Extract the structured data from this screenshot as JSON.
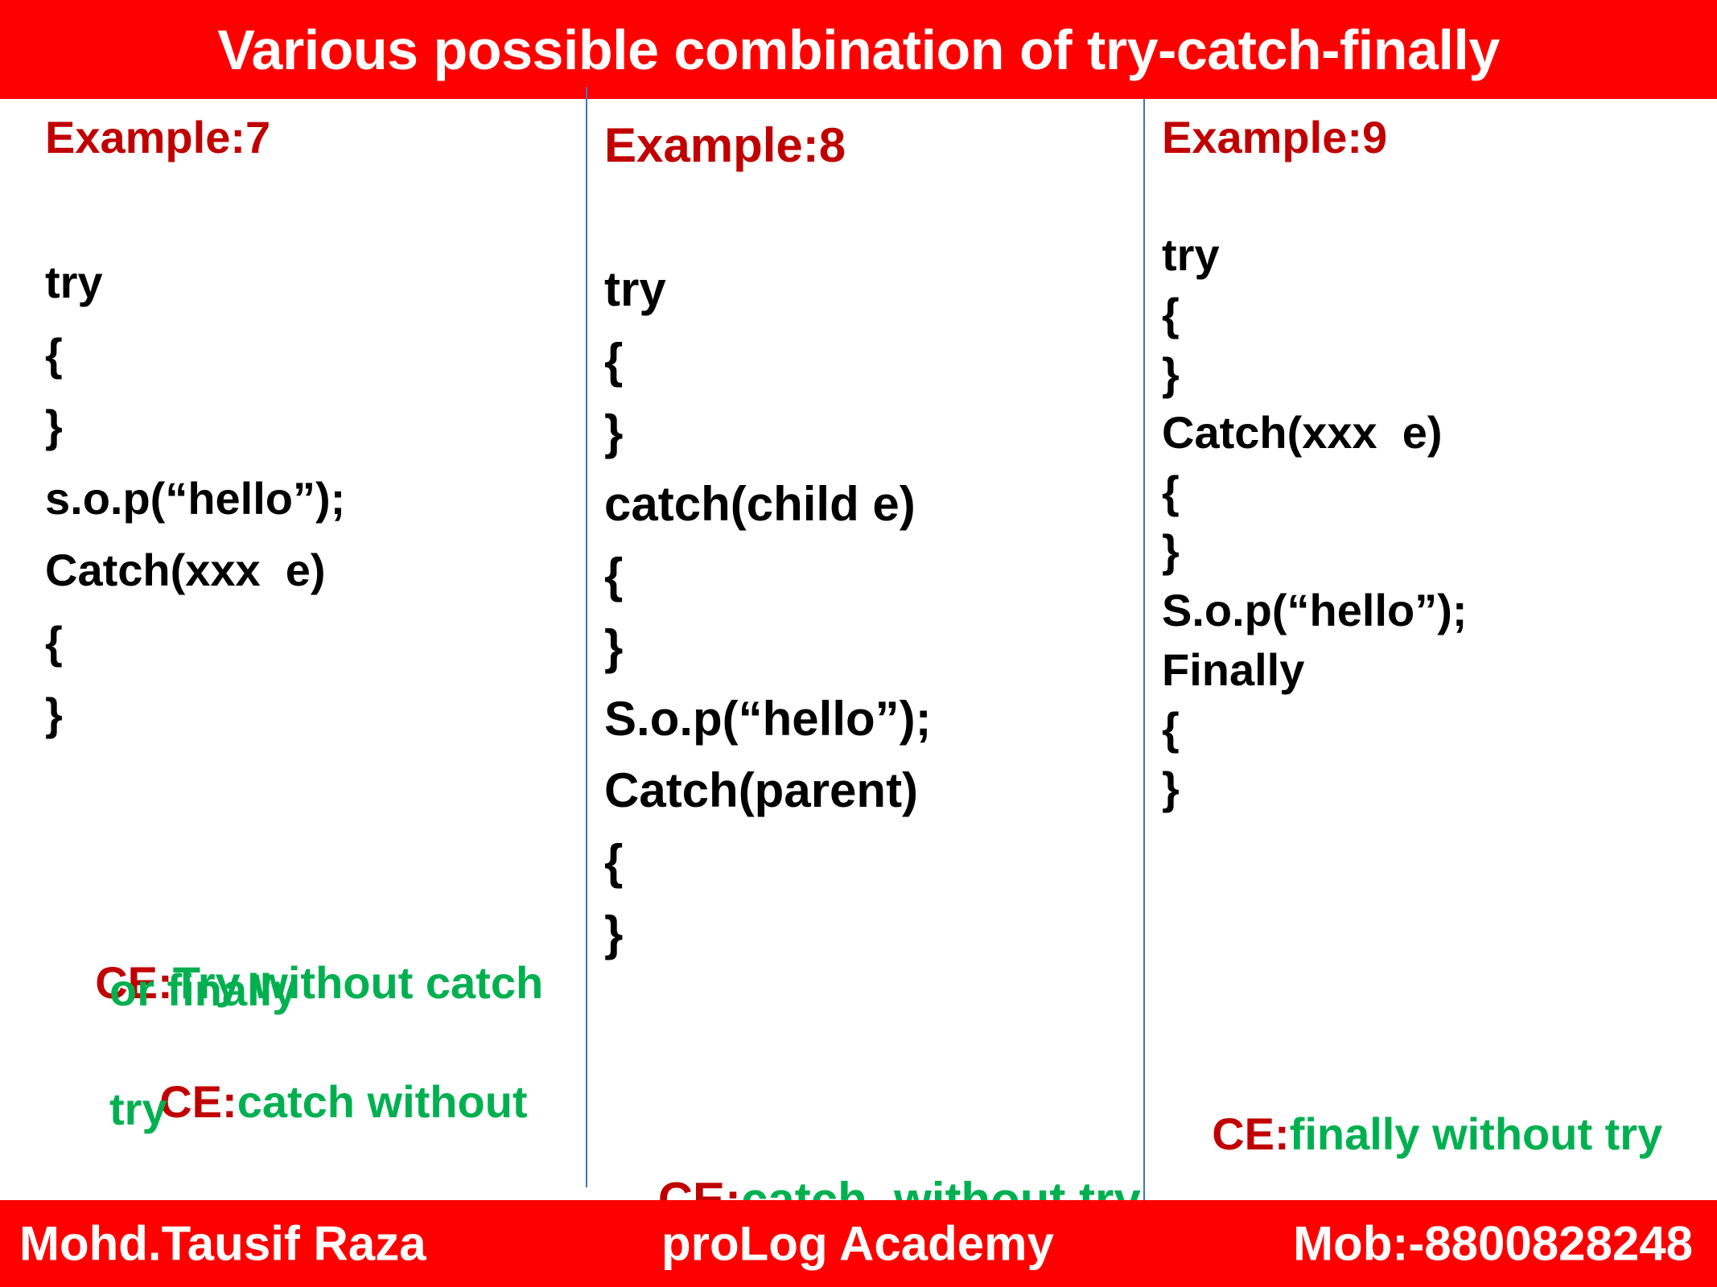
{
  "title": "Various possible combination of try-catch-finally",
  "footer": {
    "left": "Mohd.Tausif Raza",
    "center": "proLog Academy",
    "right": "Mob:-8800828248"
  },
  "colors": {
    "banner": "#ff0000",
    "heading": "#c00000",
    "message": "#00b050",
    "divider": "#4472c4"
  },
  "examples": [
    {
      "heading": "Example:7",
      "code": [
        "try",
        "{",
        "}",
        "s.o.p(“hello”);",
        "Catch(xxx  e)",
        "{",
        "}"
      ],
      "errors": [
        {
          "prefix": "",
          "lines": []
        },
        {
          "prefix": "CE:",
          "first": "Try without catch",
          "cont": "or finally"
        },
        {
          "prefix": "CE:",
          "first": "catch without",
          "cont": "try"
        }
      ]
    },
    {
      "heading": "Example:8",
      "code": [
        "try",
        "{",
        "}",
        "catch(child e)",
        "{",
        "}",
        "S.o.p(“hello”);",
        "Catch(parent)",
        "{",
        "}"
      ],
      "error": {
        "prefix": "CE:",
        "message": "catch  without try"
      }
    },
    {
      "heading": "Example:9",
      "code": [
        "try",
        "{",
        "}",
        "Catch(xxx  e)",
        "{",
        "}",
        "S.o.p(“hello”);",
        "Finally",
        "{",
        "}"
      ],
      "error": {
        "prefix": "CE:",
        "message": "finally without try"
      }
    }
  ]
}
